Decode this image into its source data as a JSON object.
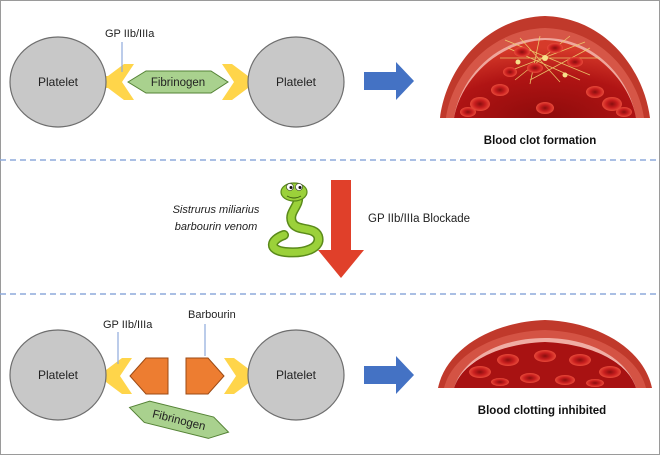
{
  "top": {
    "left_platelet": "Platelet",
    "right_platelet": "Platelet",
    "receptor_label": "GP IIb/IIIa",
    "fibrinogen_label": "Fibrinogen",
    "outcome_label": "Blood clot formation"
  },
  "middle": {
    "venom_line1": "Sistrurus miliarius",
    "venom_line2": "barbourin venom",
    "blockade_label": "GP IIb/IIIa Blockade"
  },
  "bottom": {
    "left_platelet": "Platelet",
    "right_platelet": "Platelet",
    "receptor_label": "GP IIb/IIIa",
    "barbourin_label": "Barbourin",
    "fibrinogen_label": "Fibrinogen",
    "outcome_label": "Blood clotting inhibited"
  },
  "colors": {
    "platelet_fill": "#c8c8c8",
    "receptor": "#ffd54a",
    "fibrinogen_fill": "#a9d18e",
    "barbourin_fill": "#ed7d31",
    "right_arrow": "#4472c4",
    "down_arrow": "#e0402a",
    "divider": "#8eaadb"
  }
}
